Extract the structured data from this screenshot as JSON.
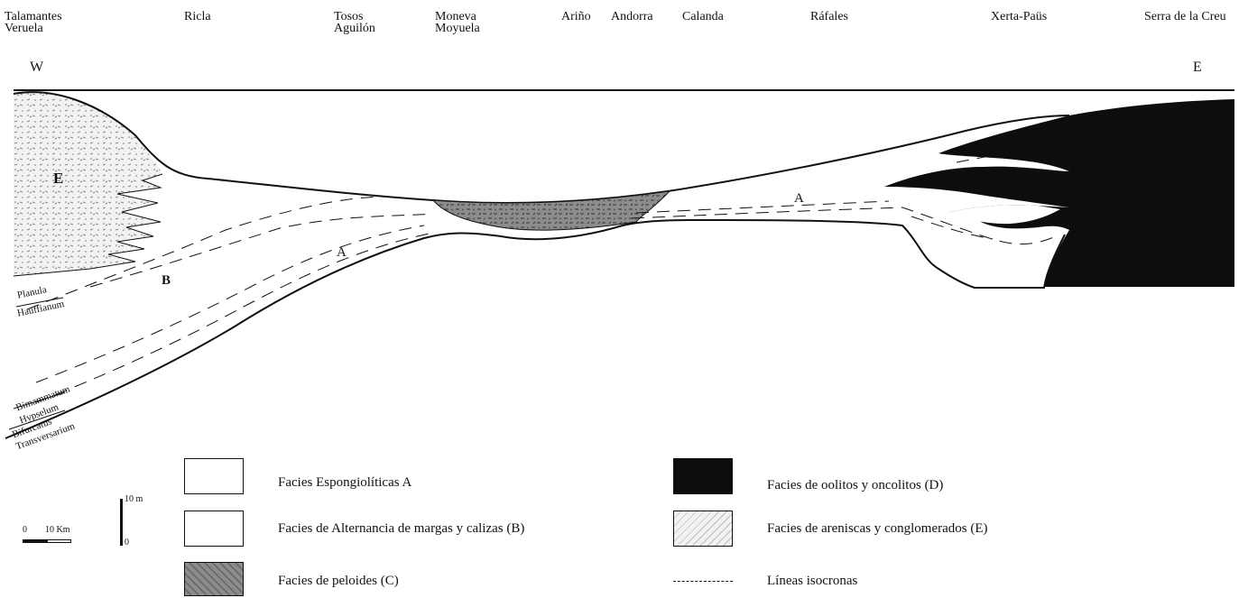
{
  "locations": [
    "Talamantes\nVeruela",
    "Ricla",
    "Tosos\nAguilón",
    "Moneva\nMoyuela",
    "Ariño",
    "Andorra",
    "Calanda",
    "Ráfales",
    "Xerta-Paüs",
    "Serra de la Creu"
  ],
  "directions": {
    "west": "W",
    "east": "E"
  },
  "facies_labels": {
    "a_left": "A",
    "a_right": "A",
    "b": "B",
    "e": "E"
  },
  "zones": {
    "planula": "Planula",
    "hauffianum": "Hauffianum",
    "bimammatum": "Bimammatum",
    "hypselum": "Hypselum",
    "bifurcatus": "Bifurcatus",
    "transversarium": "Transversarium"
  },
  "scale": {
    "zero": "0",
    "distance": "10 Km",
    "thickness_top": "10 m",
    "thickness_zero": "0"
  },
  "legend": {
    "a": "Facies Espongiolíticas A",
    "b": "Facies de Alternancia de margas y calizas (B)",
    "c": "Facies de peloides (C)",
    "d": "Facies de oolitos y oncolitos (D)",
    "e": "Facies de areniscas y conglomerados (E)",
    "isochron": "Líneas isocronas"
  },
  "colors": {
    "ink": "#111111",
    "peloid_fill": "#8c8c8c",
    "oolite_fill": "#0d0d0d",
    "sand_fill": "#f2f2f2"
  }
}
